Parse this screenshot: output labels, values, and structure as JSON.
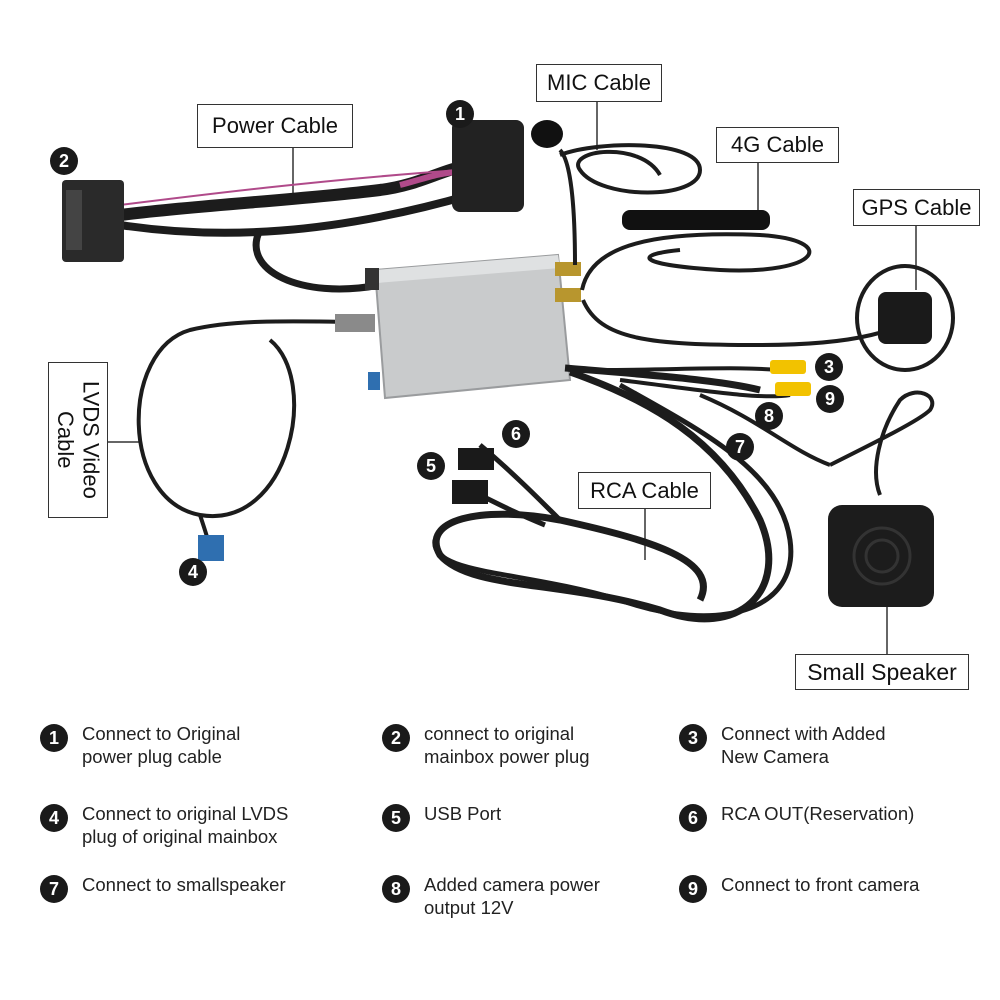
{
  "labels": {
    "power_cable": "Power Cable",
    "mic_cable": "MIC Cable",
    "g4_cable": "4G Cable",
    "gps_cable": "GPS Cable",
    "lvds_cable": "LVDS Video Cable",
    "rca_cable": "RCA Cable",
    "small_speaker": "Small Speaker"
  },
  "markers": [
    "1",
    "2",
    "3",
    "4",
    "5",
    "6",
    "7",
    "8",
    "9"
  ],
  "legend": [
    {
      "num": "1",
      "text": "Connect to Original power plug cable"
    },
    {
      "num": "2",
      "text": "connect to original mainbox power plug"
    },
    {
      "num": "3",
      "text": "Connect with Added New Camera"
    },
    {
      "num": "4",
      "text": "Connect to original LVDS plug of original mainbox"
    },
    {
      "num": "5",
      "text": "USB Port"
    },
    {
      "num": "6",
      "text": "RCA OUT(Reservation)"
    },
    {
      "num": "7",
      "text": "Connect to smallspeaker"
    },
    {
      "num": "8",
      "text": "Added camera power output 12V"
    },
    {
      "num": "9",
      "text": "Connect to front camera"
    }
  ],
  "colors": {
    "cable": "#1c1c1c",
    "module": "#c9cbcc",
    "rca_yellow": "#f2c200",
    "lvds_blue": "#2f6fb0",
    "wire_pink": "#b04a8a"
  }
}
